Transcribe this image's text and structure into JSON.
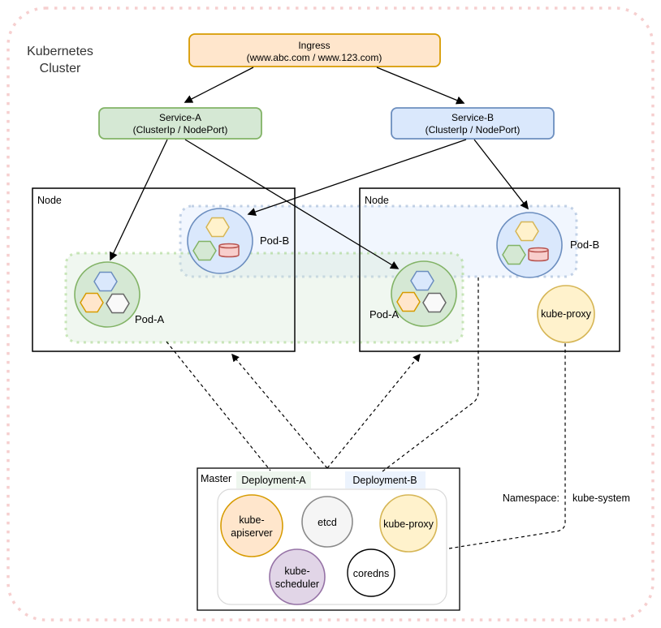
{
  "title": {
    "line1": "Kubernetes",
    "line2": "Cluster"
  },
  "ingress": {
    "name": "Ingress",
    "hosts": "(www.abc.com / www.123.com)"
  },
  "services": {
    "a": {
      "name": "Service-A",
      "type": "(ClusterIp / NodePort)"
    },
    "b": {
      "name": "Service-B",
      "type": "(ClusterIp / NodePort)"
    }
  },
  "nodes": {
    "left": {
      "label": "Node",
      "pod_a": "Pod-A",
      "pod_b": "Pod-B"
    },
    "right": {
      "label": "Node",
      "pod_a": "Pod-A",
      "pod_b": "Pod-B",
      "kube_proxy": "kube-proxy"
    }
  },
  "master": {
    "label": "Master",
    "deployment_a": "Deployment-A",
    "deployment_b": "Deployment-B",
    "apiserver_line1": "kube-",
    "apiserver_line2": "apiserver",
    "etcd": "etcd",
    "kube_proxy": "kube-proxy",
    "scheduler_line1": "kube-",
    "scheduler_line2": "scheduler",
    "coredns": "coredns"
  },
  "namespace": {
    "prefix": "Namespace:",
    "value": "kube-system"
  },
  "colors": {
    "orange_fill": "#ffe6cc",
    "orange_stroke": "#d79b00",
    "green_fill": "#d5e8d4",
    "green_stroke": "#82b366",
    "blue_fill": "#dae8fc",
    "blue_stroke": "#6c8ebf",
    "yellow_fill": "#fff2cc",
    "yellow_stroke": "#d6b656",
    "red_fill": "#f8cecc",
    "red_stroke": "#b85450",
    "purple_fill": "#e1d5e7",
    "purple_stroke": "#9673a6",
    "gray_fill": "#f5f5f5",
    "gray_stroke": "#8a8a8a",
    "cluster_border": "#f6cfcf",
    "edge": "#000000"
  }
}
